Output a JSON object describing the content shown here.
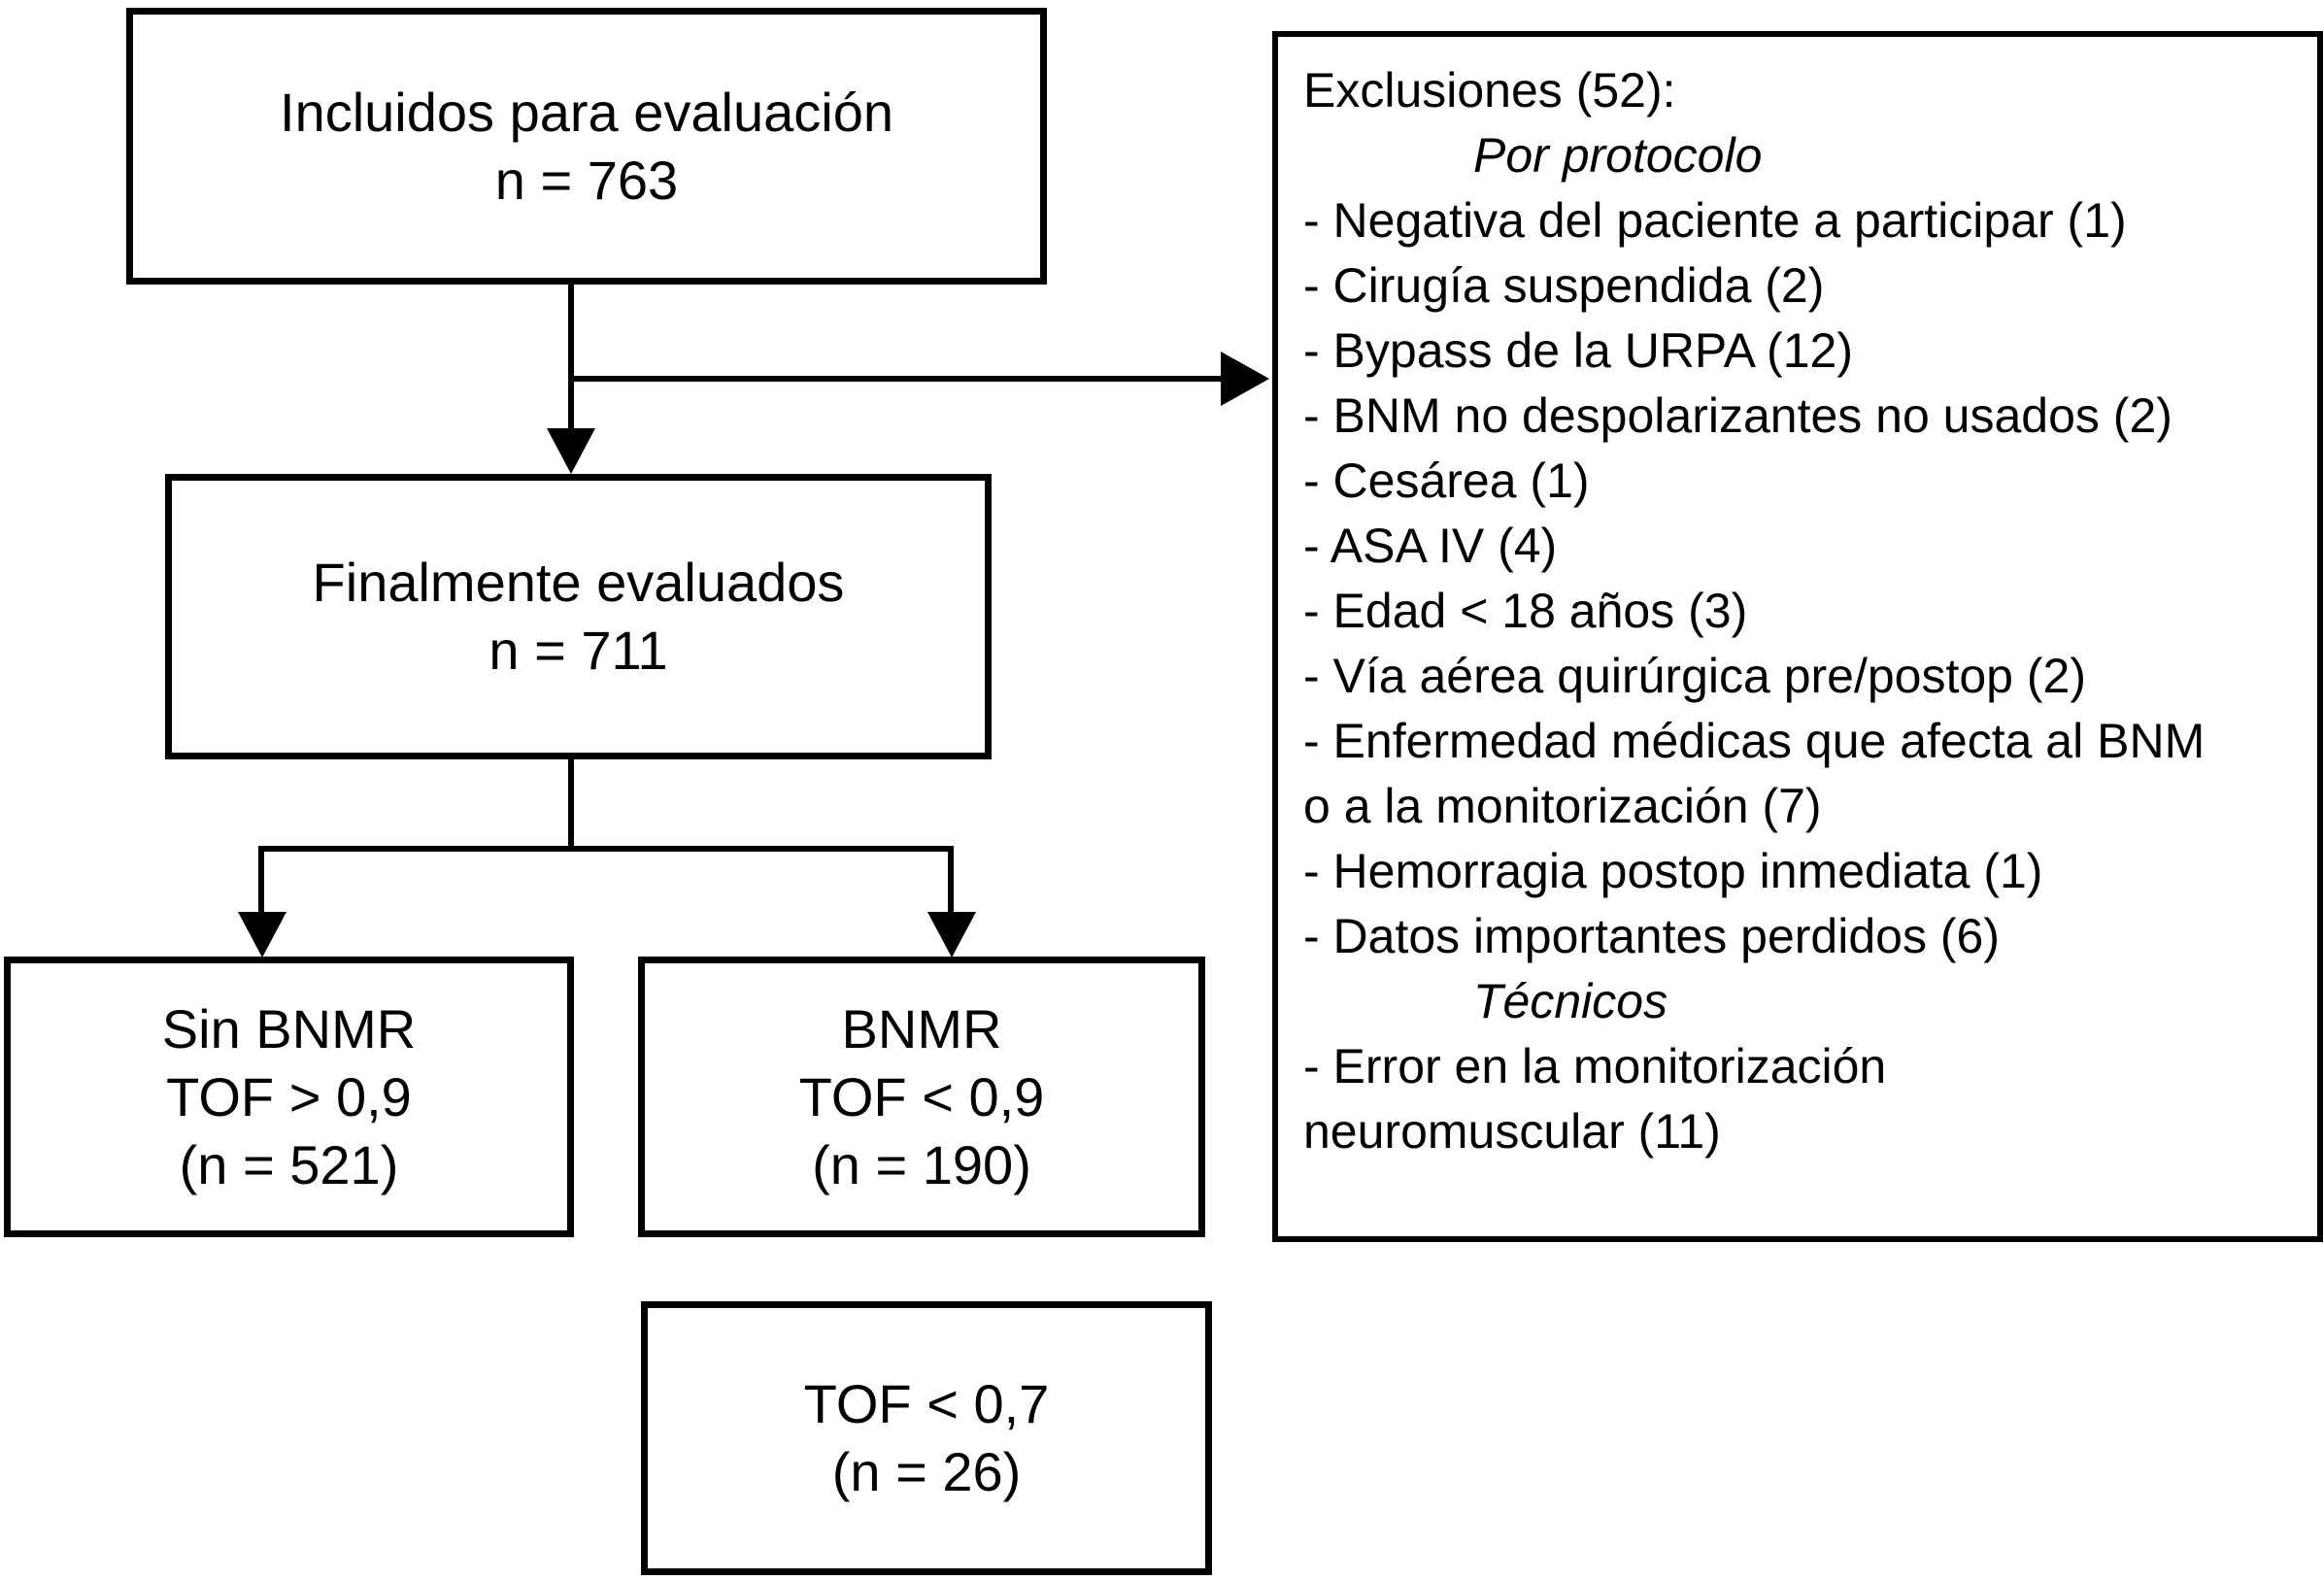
{
  "colors": {
    "background": "#ffffff",
    "line": "#000000",
    "text": "#000000"
  },
  "flowchart": {
    "boxes": {
      "included": {
        "lines": [
          "Incluidos para evaluación",
          "n = 763"
        ]
      },
      "evaluated": {
        "lines": [
          "Finalmente evaluados",
          "n = 711"
        ]
      },
      "no_bnmr": {
        "lines": [
          "Sin BNMR",
          "TOF > 0,9",
          "(n = 521)"
        ]
      },
      "bnmr": {
        "lines": [
          "BNMR",
          "TOF < 0,9",
          "(n = 190)"
        ]
      },
      "tof_07": {
        "lines": [
          "TOF < 0,7",
          "(n = 26)"
        ]
      }
    },
    "exclusions": {
      "lines": [
        "Exclusiones (52):",
        "Por protocolo",
        "- Negativa del paciente a participar (1)",
        "- Cirugía suspendida (2)",
        "- Bypass de la URPA (12)",
        "- BNM no despolarizantes no usados (2)",
        "- Cesárea (1)",
        "- ASA IV (4)",
        "- Edad < 18 años (3)",
        "- Vía aérea quirúrgica pre/postop (2)",
        "- Enfermedad médicas que afecta al BNM",
        "o a la monitorización (7)",
        "- Hemorragia postop inmediata (1)",
        "- Datos importantes perdidos (6)",
        "Técnicos",
        "- Error en la monitorización",
        "neuromuscular (11)"
      ]
    }
  }
}
